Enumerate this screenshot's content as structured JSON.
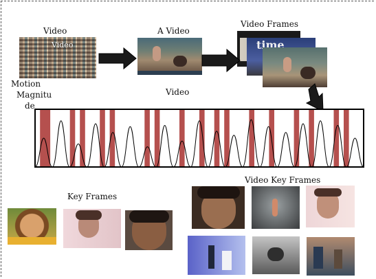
{
  "labels": {
    "video_top": "Video",
    "video_overlay": "Video",
    "a_video": "A Video",
    "video_frames": "Video Frames",
    "motion_line1": "Motion",
    "motion_line2": "Magnitu",
    "motion_line3": "de",
    "video_center": "Video",
    "key_frames": "Key Frames",
    "video_key_frames": "Video Key Frames",
    "frame_caption": "time"
  },
  "colors": {
    "bar": "#b5504e",
    "arrow": "#1a1a1a",
    "curve": "#000000"
  },
  "motion_chart": {
    "bars": [
      1,
      2,
      7,
      9,
      13,
      15,
      22,
      24,
      29,
      33,
      36,
      38,
      43,
      47,
      52,
      55,
      60,
      62
    ],
    "num_slots": 66
  }
}
